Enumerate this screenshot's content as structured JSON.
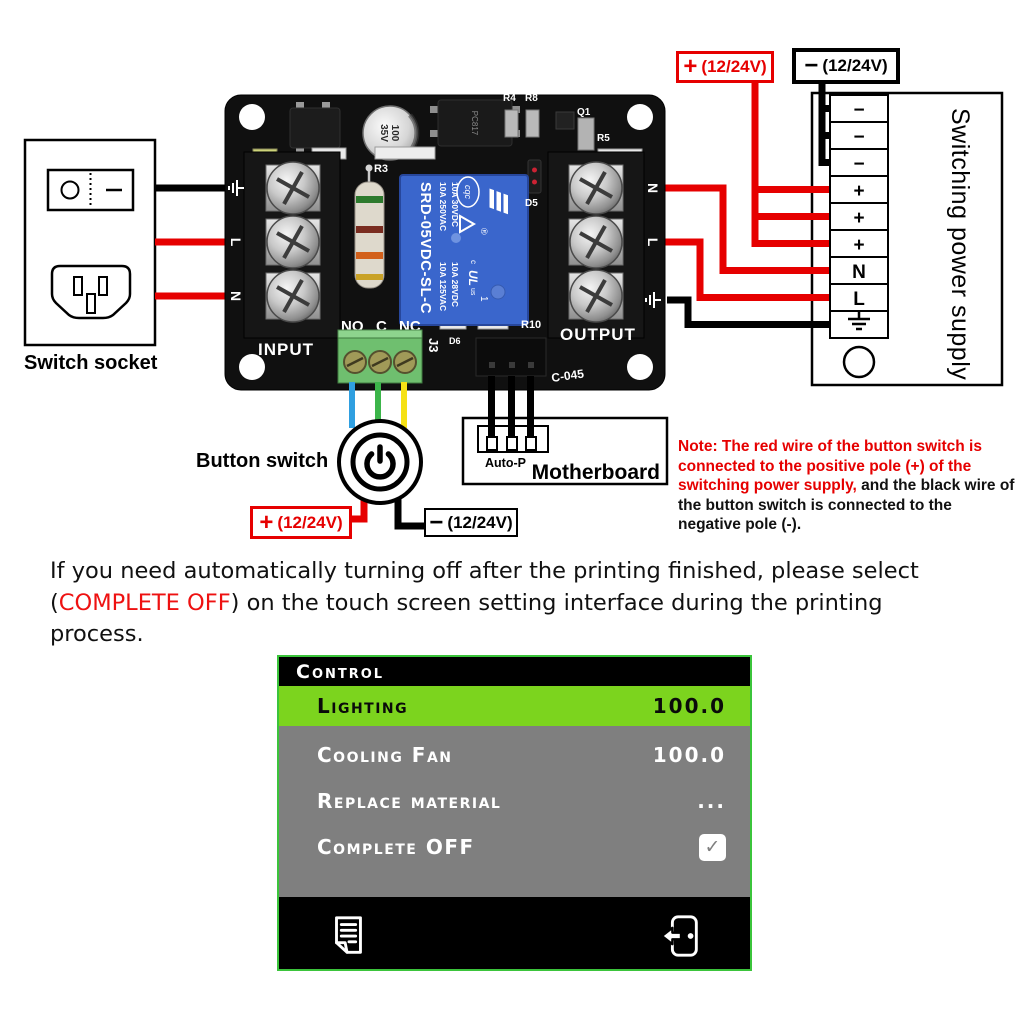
{
  "colors": {
    "wire_red": "#e60000",
    "highlight_red": "#ee1111",
    "screen_green": "#7cd41e",
    "screen_gray": "#7f7f7f",
    "panel_border": "#3bc43b",
    "relay_blue": "#3a66cc"
  },
  "diagram": {
    "switch_socket_label": "Switch socket",
    "button_switch_label": "Button switch",
    "plus": "+",
    "minus": "−",
    "voltage": "(12/24V)",
    "power_supply": {
      "label": "Switching power supply",
      "terminals": [
        "−",
        "−",
        "−",
        "+",
        "+",
        "+",
        "N",
        "L"
      ]
    },
    "motherboard": {
      "label": "Motherboard",
      "connector": "Auto-P"
    },
    "note": {
      "red": "Note: The red wire of the button switch is connected to the positive pole (+) of the switching power supply,",
      "black": " and the black wire of the button switch is connected to the negative pole (-)."
    },
    "pcb": {
      "input": "INPUT",
      "output": "OUTPUT",
      "no": "NO",
      "c": "C",
      "nc": "NC",
      "j3": "J3",
      "board_id": "C-045",
      "r3": "R3",
      "r4": "R4",
      "r8": "R8",
      "q1": "Q1",
      "r5": "R5",
      "d5": "D5",
      "d6": "D6",
      "r10": "R10",
      "left_l": "L",
      "left_n": "N",
      "right_n": "N",
      "right_l": "L",
      "cap_line1": "100",
      "cap_line2": "35V",
      "opto": "PC817",
      "relay": {
        "model": "SRD-05VDC-SL-C",
        "rating1": "10A 250VAC",
        "rating2": "10A 125VAC",
        "rating3": "10A 30VDC",
        "rating4": "10A 28VDC",
        "cqc": "cqc",
        "reg": "®",
        "ul_c": "c",
        "ul_us": "us",
        "ul_num": "1"
      }
    }
  },
  "instruction": {
    "line1": "If you need automatically turning off after the printing finished, please select",
    "paren_open": "(",
    "highlight": "COMPLETE OFF",
    "paren_close": ")",
    "line2": " on the touch screen setting interface during the printing",
    "line3": "process."
  },
  "screen": {
    "title": "Control",
    "check": "✓",
    "rows": [
      {
        "label": "Lighting",
        "value": "100.0"
      },
      {
        "label": "Cooling Fan",
        "value": "100.0"
      },
      {
        "label": "Replace material",
        "value": "..."
      },
      {
        "label": "Complete OFF",
        "value": ""
      }
    ]
  }
}
